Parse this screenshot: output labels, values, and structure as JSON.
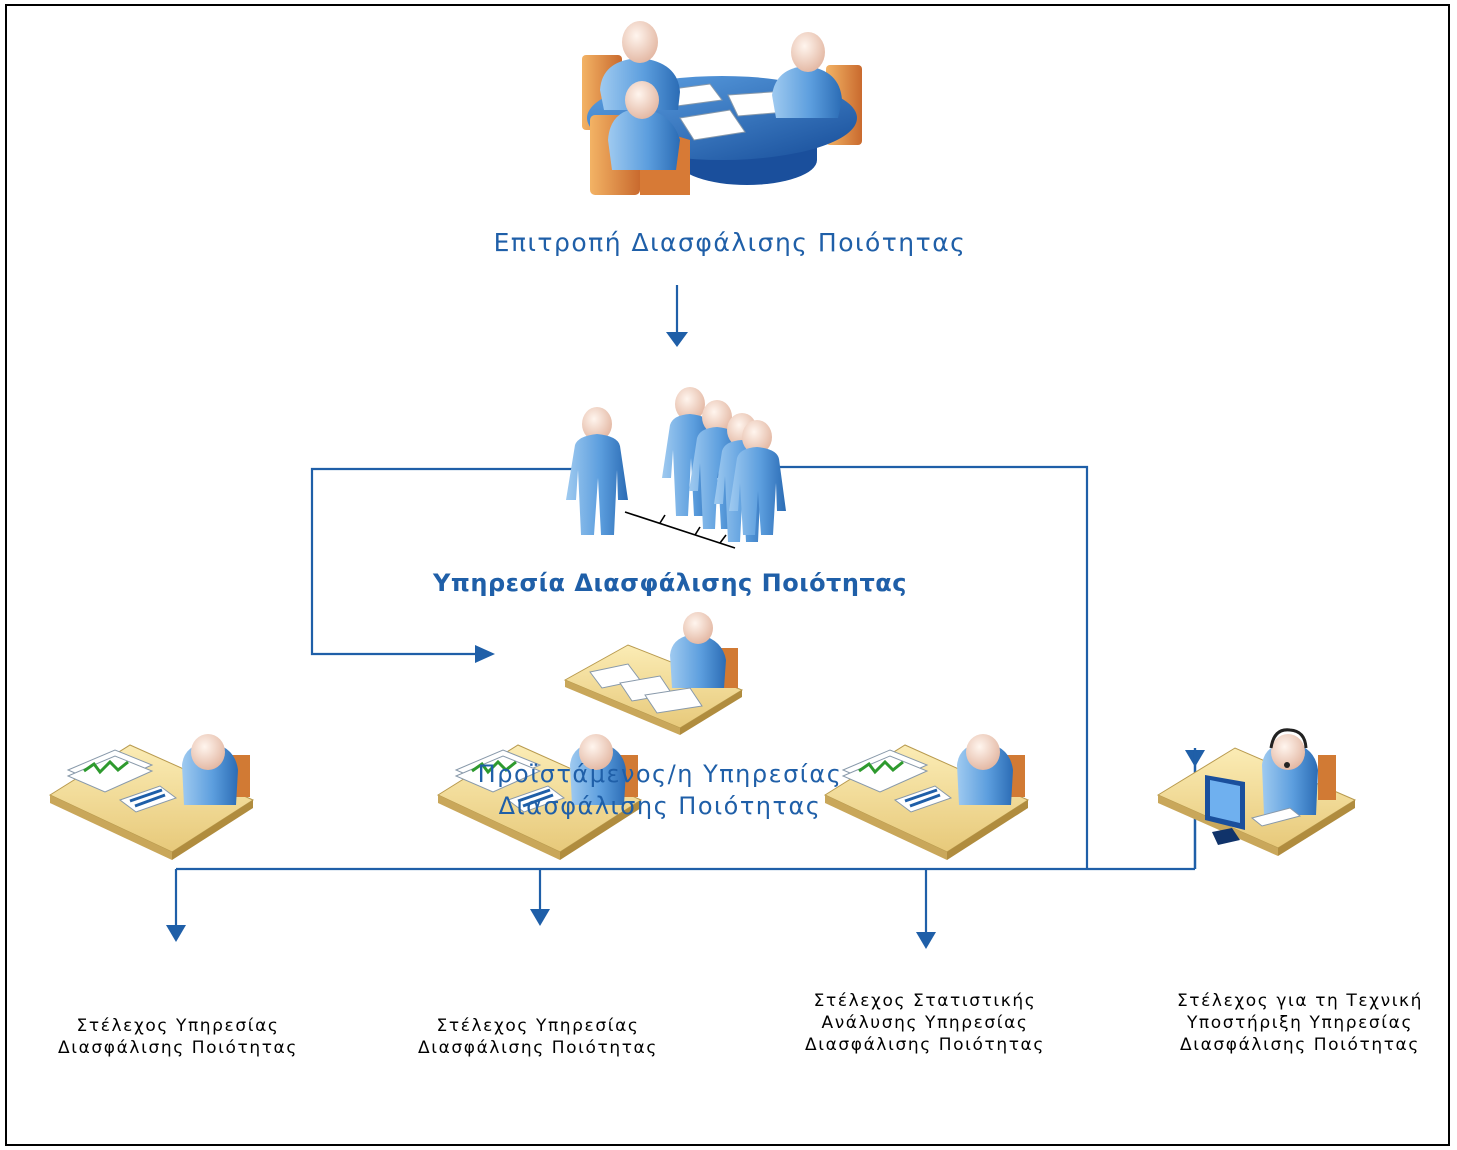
{
  "diagram": {
    "committee": {
      "label": "Επιτροπή Διασφάλισης Ποιότητας"
    },
    "service": {
      "label": "Υπηρεσία Διασφάλισης Ποιότητας"
    },
    "head": {
      "label": "Προϊστάμενος/η Υπηρεσίας\nΔιασφάλισης Ποιότητας"
    },
    "staff": [
      {
        "label": "Στέλεχος Υπηρεσίας\nΔιασφάλισης Ποιότητας"
      },
      {
        "label": "Στέλεχος Υπηρεσίας\nΔιασφάλισης Ποιότητας"
      },
      {
        "label": "Στέλεχος Στατιστικής\nΑνάλυσης Υπηρεσίας\nΔιασφάλισης Ποιότητας"
      },
      {
        "label": "Στέλεχος για τη Τεχνική\nΥποστήριξη Υπηρεσίας\nΔιασφάλισης Ποιότητας"
      }
    ],
    "colors": {
      "connector": "#1f5fa8",
      "person": "#5c9ede",
      "desk": "#f0d992",
      "chair": "#d98040",
      "table": "#1e5cb0"
    }
  }
}
